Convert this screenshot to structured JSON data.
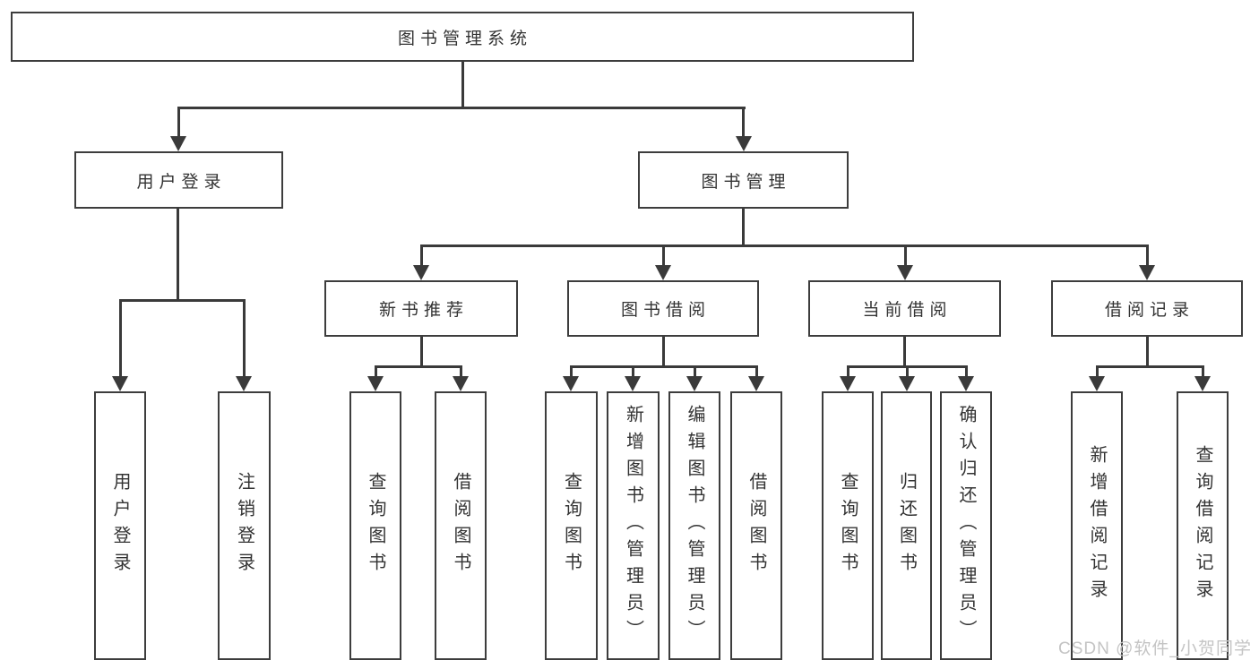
{
  "colors": {
    "line": "#3a3a3a",
    "box_border": "#3d3d3d",
    "text": "#333333",
    "background": "#ffffff",
    "watermark": "#c4c4c4"
  },
  "watermark": {
    "text": "CSDN @软件_小贺同学"
  },
  "tree": {
    "root": {
      "label": "图书管理系统"
    },
    "branches": [
      {
        "label": "用户登录",
        "children": [
          {
            "label": "用户登录"
          },
          {
            "label": "注销登录"
          }
        ]
      },
      {
        "label": "图书管理",
        "children": [
          {
            "label": "新书推荐",
            "children": [
              {
                "label": "查询图书"
              },
              {
                "label": "借阅图书"
              }
            ]
          },
          {
            "label": "图书借阅",
            "children": [
              {
                "label": "查询图书"
              },
              {
                "label": "新增图书（管理员）"
              },
              {
                "label": "编辑图书（管理员）"
              },
              {
                "label": "借阅图书"
              }
            ]
          },
          {
            "label": "当前借阅",
            "children": [
              {
                "label": "查询图书"
              },
              {
                "label": "归还图书"
              },
              {
                "label": "确认归还（管理员）"
              }
            ]
          },
          {
            "label": "借阅记录",
            "children": [
              {
                "label": "新增借阅记录"
              },
              {
                "label": "查询借阅记录"
              }
            ]
          }
        ]
      }
    ]
  }
}
